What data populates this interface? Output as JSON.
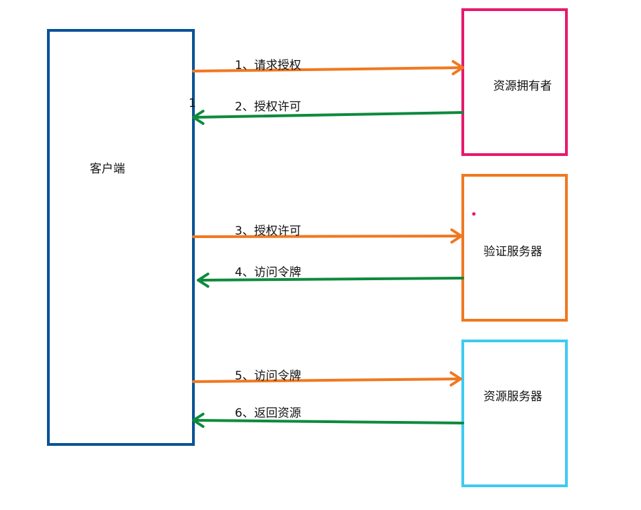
{
  "nodes": {
    "client": {
      "label": "客户端",
      "color": "#0b5394"
    },
    "resource_owner": {
      "label": "资源拥有者",
      "color": "#e8186d"
    },
    "auth_server": {
      "label": "验证服务器",
      "color": "#f07820"
    },
    "resource_server": {
      "label": "资源服务器",
      "color": "#3ecbf2"
    }
  },
  "arrows": [
    {
      "label": "1、请求授权",
      "color": "#f07820"
    },
    {
      "label": "2、授权许可",
      "color": "#0e8a3c"
    },
    {
      "label": "3、授权许可",
      "color": "#f07820"
    },
    {
      "label": "4、访问令牌",
      "color": "#0e8a3c"
    },
    {
      "label": "5、访问令牌",
      "color": "#f07820"
    },
    {
      "label": "6、返回资源",
      "color": "#0e8a3c"
    }
  ],
  "stray_mark": "1"
}
